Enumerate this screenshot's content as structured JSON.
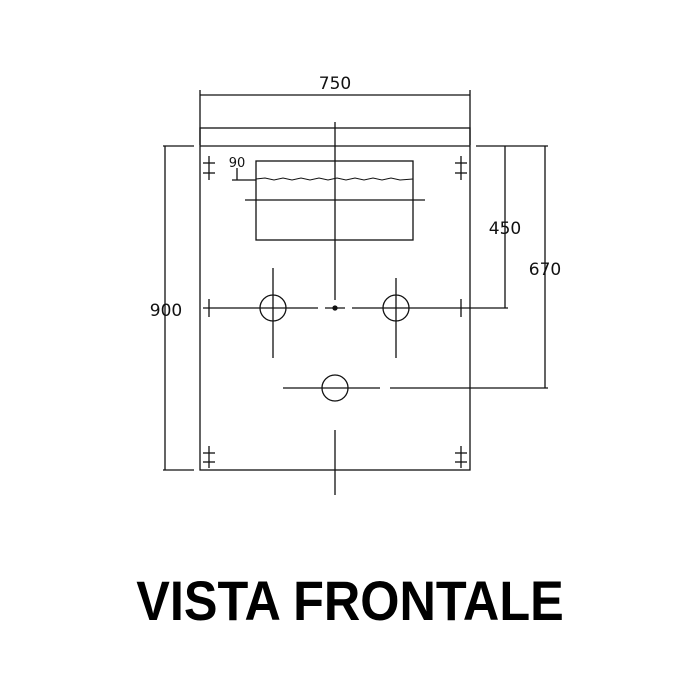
{
  "drawing": {
    "dimensions": {
      "width": "750",
      "height": "900",
      "right_upper": "450",
      "right_lower": "670",
      "small_offset": "90"
    }
  },
  "caption": "VISTA FRONTALE"
}
